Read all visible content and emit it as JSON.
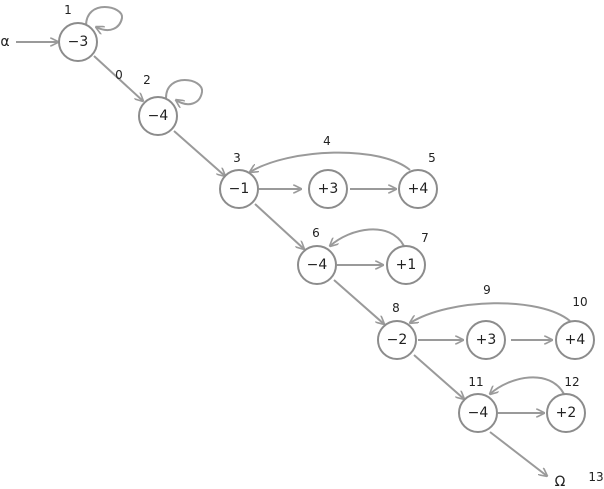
{
  "diagram": {
    "start_symbol": "α",
    "end_symbol": "Ω",
    "colors": {
      "stroke": "#8c8c8c",
      "edge": "#9a9a9a",
      "text": "#222222",
      "background": "#ffffff"
    },
    "nodes": [
      {
        "id": "n1",
        "value": "−3",
        "label": "1"
      },
      {
        "id": "n2",
        "value": "−4",
        "label": "2"
      },
      {
        "id": "n3",
        "value": "−1",
        "label": "3"
      },
      {
        "id": "n4",
        "value": "+3",
        "label": ""
      },
      {
        "id": "n5",
        "value": "+4",
        "label": "5"
      },
      {
        "id": "n6",
        "value": "−4",
        "label": "6"
      },
      {
        "id": "n7",
        "value": "+1",
        "label": "7"
      },
      {
        "id": "n8",
        "value": "−2",
        "label": "8"
      },
      {
        "id": "n9",
        "value": "+3",
        "label": ""
      },
      {
        "id": "n10",
        "value": "+4",
        "label": "10"
      },
      {
        "id": "n11",
        "value": "−4",
        "label": "11"
      },
      {
        "id": "n12",
        "value": "+2",
        "label": "12"
      }
    ],
    "edge_labels": [
      {
        "id": "e0",
        "text": "0"
      },
      {
        "id": "e4",
        "text": "4"
      },
      {
        "id": "e9",
        "text": "9"
      },
      {
        "id": "e13",
        "text": "13"
      }
    ]
  }
}
